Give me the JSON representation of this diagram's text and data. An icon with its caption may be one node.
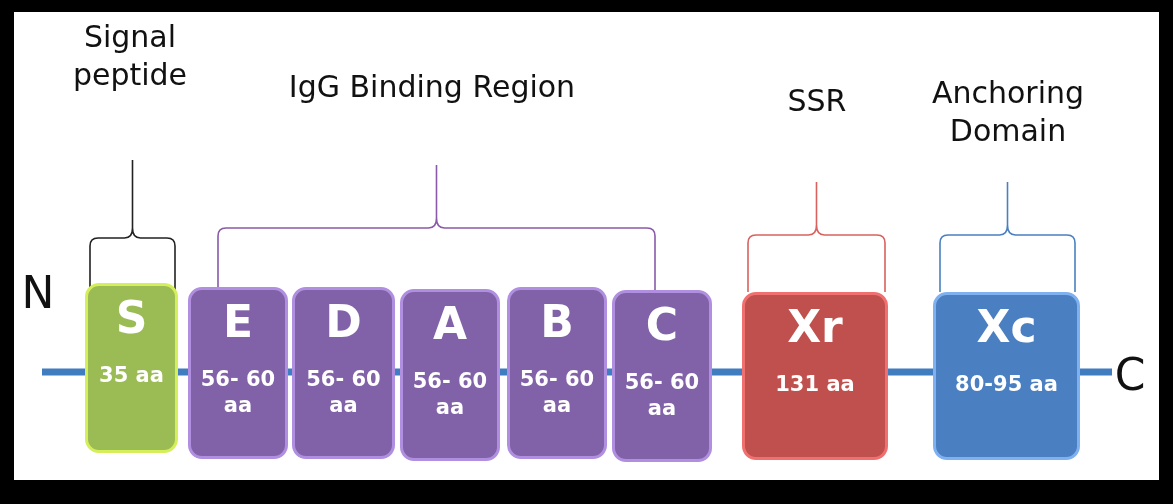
{
  "diagram": {
    "nodes": [
      {
        "text": [
          "S",
          "35 aa"
        ]
      },
      {
        "text": [
          "E",
          "56- 60 aa"
        ]
      },
      {
        "text": [
          "D",
          "56- 60 aa"
        ]
      },
      {
        "text": [
          "A",
          "56- 60 aa"
        ]
      },
      {
        "text": [
          "B",
          "56- 60 aa"
        ]
      },
      {
        "text": [
          "C",
          "56- 60 aa"
        ]
      },
      {
        "text": [
          "Xr",
          "131 aa"
        ]
      },
      {
        "text": [
          "Xc",
          "80-95 aa"
        ]
      }
    ],
    "labels": [
      "Signal peptide",
      "IgG Binding Region",
      "SSR",
      "Anchoring Domain",
      "N",
      "C"
    ]
  }
}
